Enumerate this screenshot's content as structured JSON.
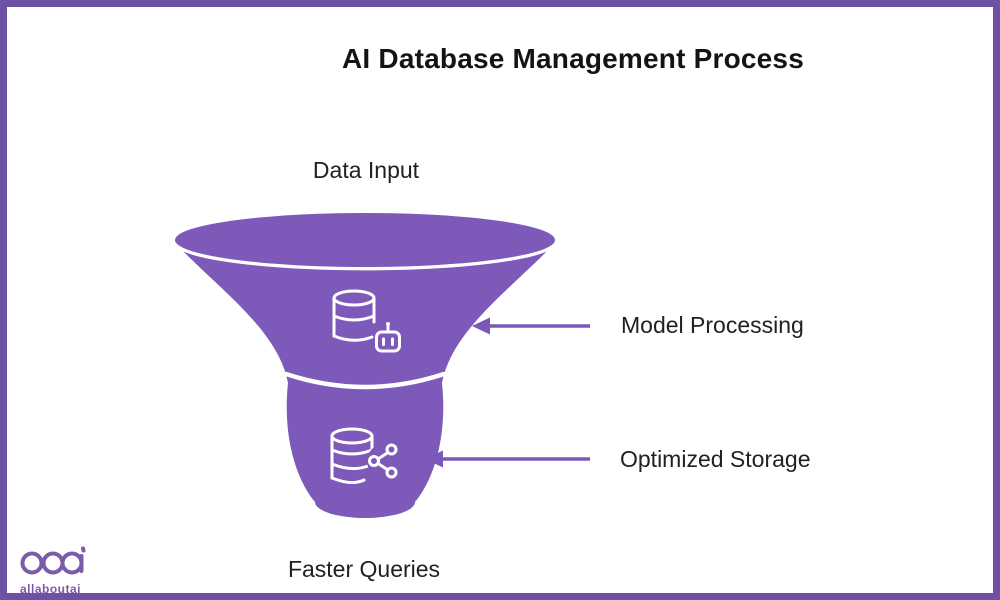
{
  "title": "AI Database Management Process",
  "funnel": {
    "stages": [
      {
        "label": "Data Input",
        "position": "top"
      },
      {
        "label": "Model Processing",
        "position": "middle",
        "icon": "database-robot-icon",
        "arrow": "left-pointing"
      },
      {
        "label": "Optimized Storage",
        "position": "lower",
        "icon": "database-share-icon",
        "arrow": "left-pointing"
      },
      {
        "label": "Faster Queries",
        "position": "bottom"
      }
    ]
  },
  "logo": {
    "mark": "aai",
    "text": "allaboutai"
  },
  "theme": {
    "funnel_purple": "#7d59b9",
    "arrow_purple": "#7a57b8",
    "border_purple": "#6c51a4",
    "logo_purple": "#7b5ca9",
    "text_dark": "#212121",
    "background": "#ffffff"
  }
}
